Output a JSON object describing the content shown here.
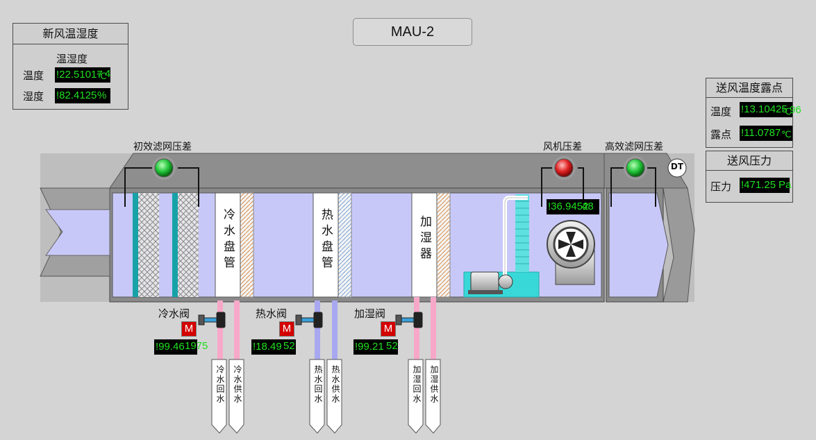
{
  "title": "MAU-2",
  "fresh_air": {
    "title": "新风温湿度",
    "subtitle": "温湿度",
    "temp_label": "温度",
    "temp_value": "!22.51017",
    "temp_unit": "4",
    "temp_unit2": "℃",
    "hum_label": "湿度",
    "hum_value": "!82.4125",
    "hum_unit": "%"
  },
  "supply_temp": {
    "title": "送风温度露点",
    "temp_label": "温度",
    "temp_value": "!13.10425",
    "temp_tail": "96",
    "temp_unit": "℃",
    "dew_label": "露点",
    "dew_value": "!11.0787",
    "dew_unit": "℃"
  },
  "supply_pressure": {
    "title": "送风压力",
    "label": "压力",
    "value": "!471.25",
    "unit": "Pa"
  },
  "labels": {
    "pre_filter": "初效滤网压差",
    "fan": "风机压差",
    "hepa": "高效滤网压差",
    "dt": "DT",
    "fan_value": "!36.9452",
    "fan_value_tail": "48",
    "cold_coil": "冷水盘管",
    "hot_coil": "热水盘管",
    "humidifier": "加湿器"
  },
  "valves": [
    {
      "label": "冷水阀",
      "motor": "M",
      "value": "!99.46",
      "tail": "1975"
    },
    {
      "label": "热水阀",
      "motor": "M",
      "value": "!18.49",
      "tail": "52"
    },
    {
      "label": "加湿阀",
      "motor": "M",
      "value": "!99.21",
      "tail": "52"
    }
  ],
  "pipes": [
    "冷水回水",
    "冷水供水",
    "热水回水",
    "热水供水",
    "加湿回水",
    "加湿供水"
  ],
  "colors": {
    "status_ok": "#22c43a",
    "status_alarm": "#e02020",
    "air": "#c8c8f8",
    "cold_pipe": "#f7a8c8",
    "hot_pipe": "#a8a8f0",
    "lcd_text": "#20e020"
  }
}
